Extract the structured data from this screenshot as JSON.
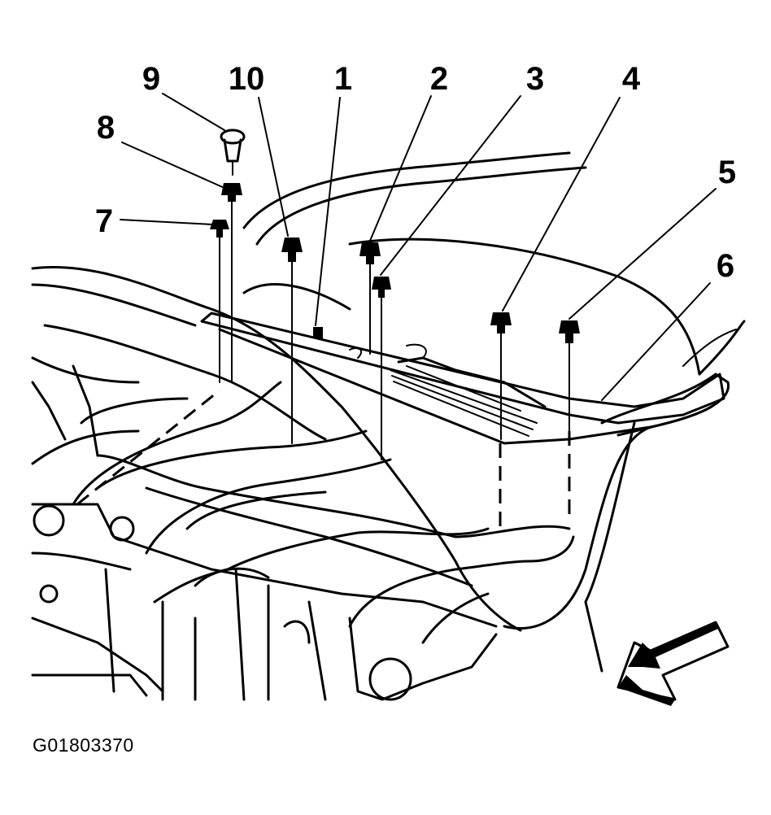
{
  "figure_id": "G01803370",
  "callouts": [
    "1",
    "2",
    "3",
    "4",
    "5",
    "6",
    "7",
    "8",
    "9",
    "10"
  ],
  "icons": {
    "direction": "front-direction-arrow-icon"
  }
}
